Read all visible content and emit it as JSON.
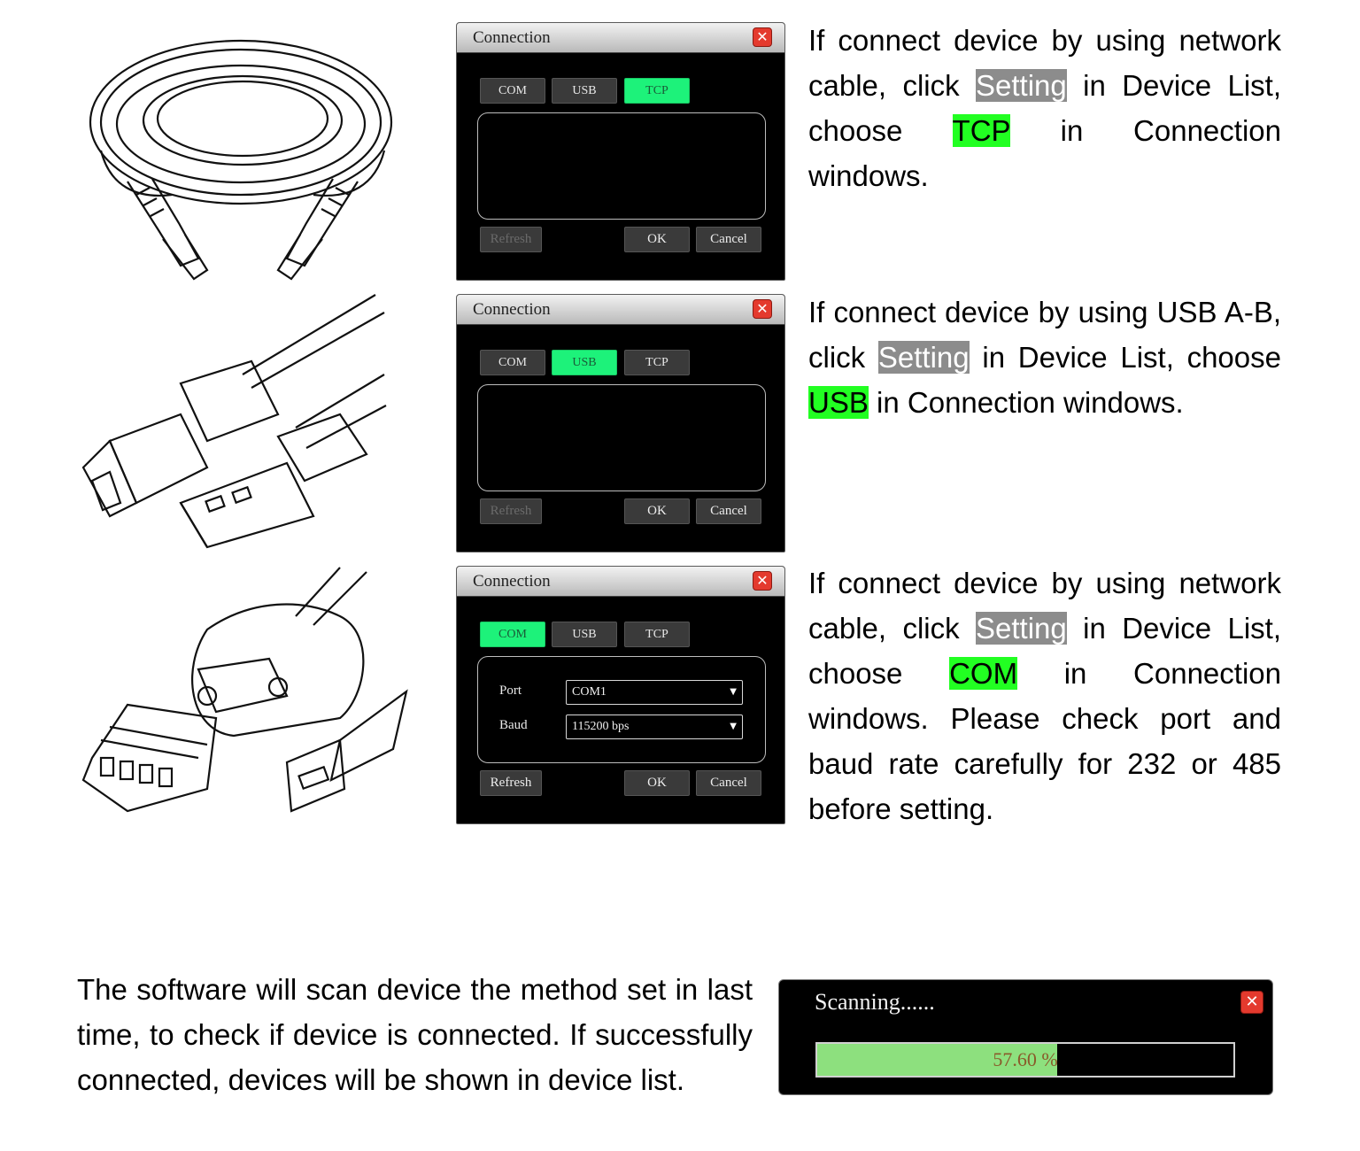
{
  "dialogs": [
    {
      "title": "Connection",
      "tabs": [
        {
          "label": "COM",
          "active": false
        },
        {
          "label": "USB",
          "active": false
        },
        {
          "label": "TCP",
          "active": true
        }
      ],
      "refresh_label": "Refresh",
      "refresh_enabled": false,
      "ok_label": "OK",
      "cancel_label": "Cancel"
    },
    {
      "title": "Connection",
      "tabs": [
        {
          "label": "COM",
          "active": false
        },
        {
          "label": "USB",
          "active": true
        },
        {
          "label": "TCP",
          "active": false
        }
      ],
      "refresh_label": "Refresh",
      "refresh_enabled": false,
      "ok_label": "OK",
      "cancel_label": "Cancel"
    },
    {
      "title": "Connection",
      "tabs": [
        {
          "label": "COM",
          "active": true
        },
        {
          "label": "USB",
          "active": false
        },
        {
          "label": "TCP",
          "active": false
        }
      ],
      "port_label": "Port",
      "port_value": "COM1",
      "baud_label": "Baud",
      "baud_value": "115200 bps",
      "refresh_label": "Refresh",
      "refresh_enabled": true,
      "ok_label": "OK",
      "cancel_label": "Cancel"
    }
  ],
  "paragraphs": [
    {
      "p1": "If connect device by using network cable, click ",
      "setting": "Setting",
      "p2": " in Device List, choose ",
      "method": "TCP",
      "p3": " in Connection windows."
    },
    {
      "p1": "If connect device by using USB A-B, click ",
      "setting": "Setting",
      "p2": " in Device List, choose ",
      "method": "USB",
      "p3": " in Connection windows."
    },
    {
      "p1": "If connect device by using network cable, click ",
      "setting": "Setting",
      "p2": " in Device List, choose ",
      "method": "COM",
      "p3": " in Connection windows. Please check port and baud rate carefully for 232 or 485 before setting."
    }
  ],
  "bottom_text": "The software will scan device the method set in last time, to check if device is connected. If successfully connected, devices will be shown in device list.",
  "scan": {
    "title": "Scanning......",
    "progress_percent": 57.6,
    "progress_label": "57.60 %"
  },
  "colors": {
    "highlight_gray": "#8c8c8c",
    "highlight_green": "#22ff22",
    "tab_active": "#1df27a",
    "close_red": "#e43a2e",
    "progress_fill": "#8de07e"
  },
  "icons": [
    "network-cable-icon",
    "usb-ab-cable-icon",
    "serial-adapter-icon",
    "close-icon",
    "dropdown-arrow-icon"
  ]
}
